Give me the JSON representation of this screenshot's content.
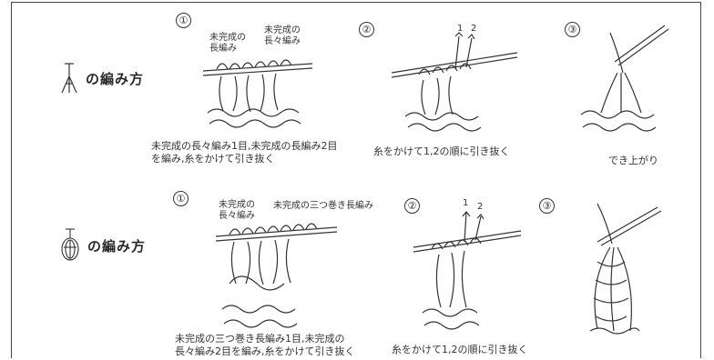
{
  "rows": [
    {
      "symbol_icon": "triple-stitch-symbol-icon",
      "label": "の編み方",
      "steps": [
        {
          "num": "①",
          "annotations": [
            "未完成の\n長編み",
            "未完成の\n長々編み"
          ],
          "caption": "未完成の長々編み1目,未完成の長編み2目\nを編み,糸をかけて引き抜く"
        },
        {
          "num": "②",
          "arrow_labels": [
            "1",
            "2"
          ],
          "caption": "糸をかけて1,2の順に引き抜く"
        },
        {
          "num": "③",
          "caption": "でき上がり"
        }
      ]
    },
    {
      "symbol_icon": "bullion-cluster-symbol-icon",
      "label": "の編み方",
      "steps": [
        {
          "num": "①",
          "annotations": [
            "未完成の\n長々編み",
            "未完成の三つ巻き長編み"
          ],
          "caption": "未完成の三つ巻き長編み1目,未完成の\n長々編み2目を編み,糸をかけて引き抜く"
        },
        {
          "num": "②",
          "arrow_labels": [
            "1",
            "2"
          ],
          "caption": "糸をかけて1,2の順に引き抜く"
        },
        {
          "num": "③",
          "caption": ""
        }
      ]
    }
  ]
}
